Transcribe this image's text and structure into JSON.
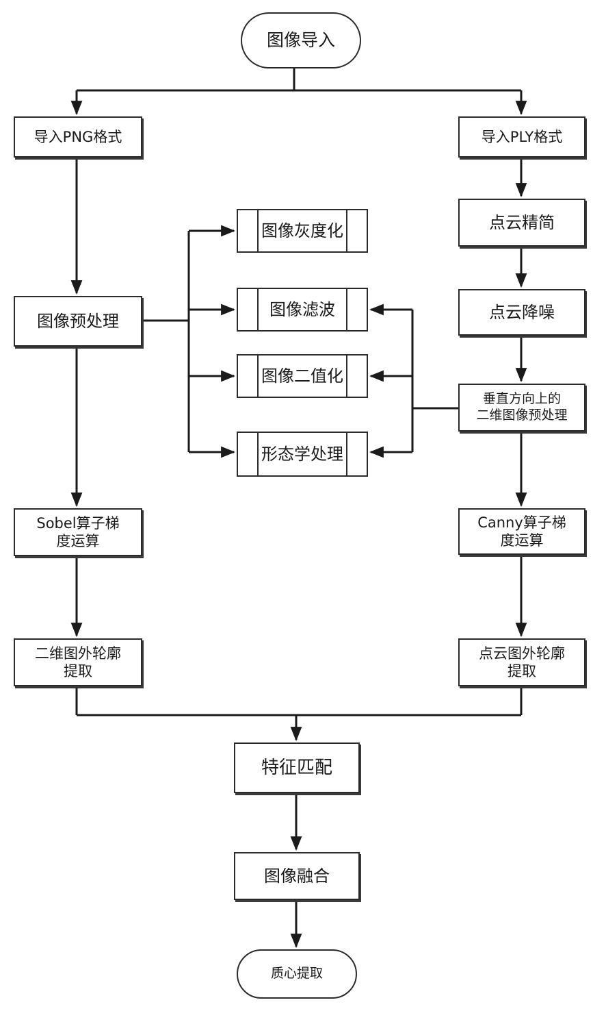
{
  "nodes": {
    "start": "图像导入",
    "png": "导入PNG格式",
    "ply": "导入PLY格式",
    "preprocess": "图像预处理",
    "simplify": "点云精简",
    "denoise": "点云降噪",
    "gray": "图像灰度化",
    "filter": "图像滤波",
    "binary": "图像二值化",
    "morph": "形态学处理",
    "vertical_l1": "垂直方向上的",
    "vertical_l2": "二维图像预处理",
    "sobel_l1": "Sobel算子梯",
    "sobel_l2": "度运算",
    "canny_l1": "Canny算子梯",
    "canny_l2": "度运算",
    "contour2d_l1": "二维图外轮廓",
    "contour2d_l2": "提取",
    "contourpc_l1": "点云图外轮廓",
    "contourpc_l2": "提取",
    "match": "特征匹配",
    "fusion": "图像融合",
    "end": "质心提取"
  }
}
